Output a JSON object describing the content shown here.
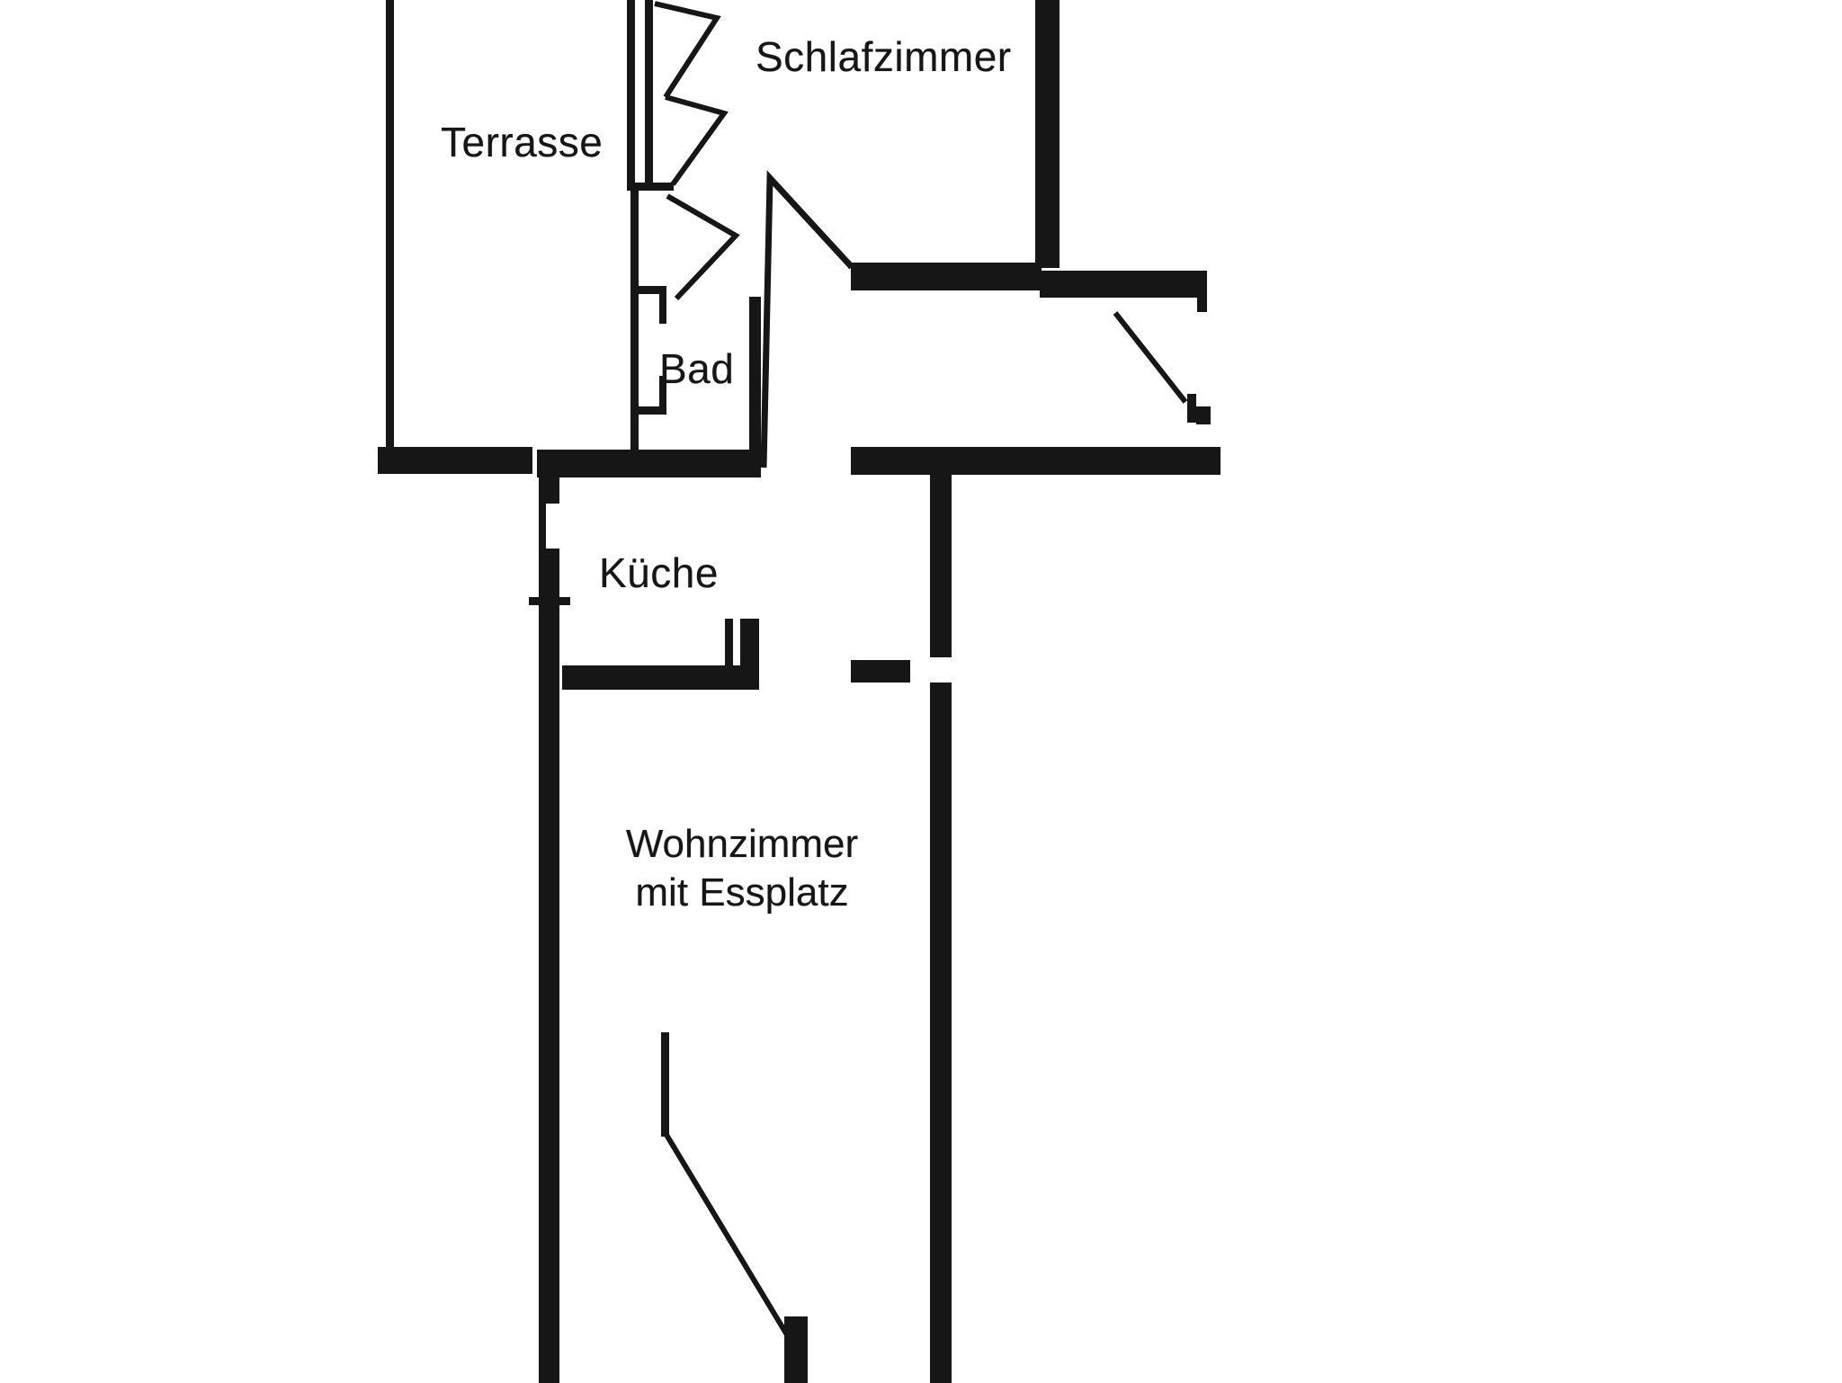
{
  "page": {
    "background": "#ffffff",
    "ink_color": "#161616"
  },
  "floorplan": {
    "labels": {
      "schlafzimmer": "Schlafzimmer",
      "terrasse": "Terrasse",
      "bad": "Bad",
      "kueche": "Küche",
      "wohnzimmer_line1": "Wohnzimmer",
      "wohnzimmer_line2": "mit Essplatz"
    }
  }
}
